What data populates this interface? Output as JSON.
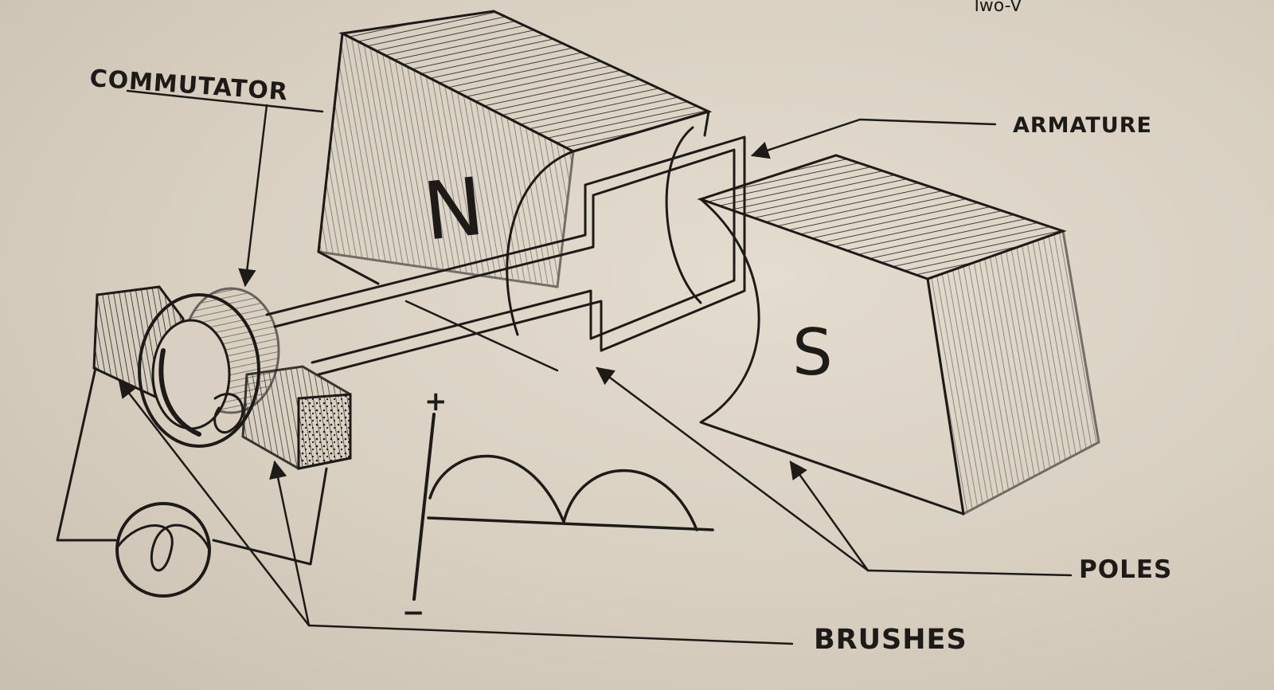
{
  "header_text": "Two-V",
  "labels": {
    "commutator": "COMMUTATOR",
    "armature": "ARMATURE",
    "poles": "POLES",
    "brushes": "BRUSHES"
  },
  "pole_letters": {
    "north": "N",
    "south": "S"
  },
  "graph_signs": {
    "plus": "+",
    "minus": "−"
  },
  "colors": {
    "ink": "#1d1a17",
    "paper": "#d9d0c3"
  }
}
